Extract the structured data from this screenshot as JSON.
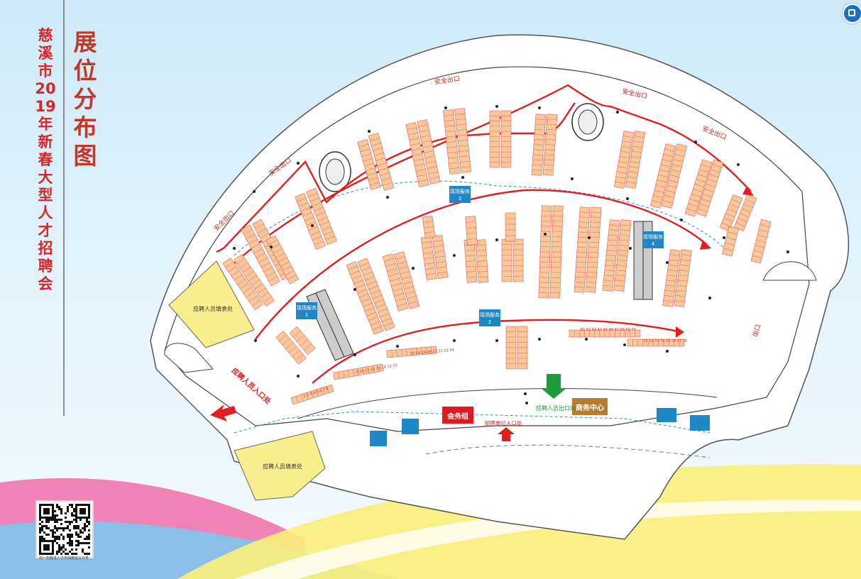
{
  "title": {
    "main": "慈溪市2019年新春大型人才招聘会",
    "sub": "展位分布图"
  },
  "labels": {
    "safety_exit": "安全出口",
    "service_desk": "现场服务",
    "service_num_1": "1",
    "service_num_2": "2",
    "service_num_3": "3",
    "service_num_4": "4",
    "applicant_form_area": "应聘人员填表处",
    "applicant_entrance": "应聘人员入口处",
    "applicant_exit": "应聘人员出口处",
    "recruiter_entrance": "招聘单位入口处",
    "affairs_group": "会务组",
    "business_center": "商务中心",
    "exit_right": "出口",
    "booth_row_a": "1 2 3 4 5 6 7 8",
    "booth_row_b": "9 10 11 12 13 14 15 16",
    "booth_row_c": "17 18 19 20 21 22 23 24",
    "booth_row_d": "61 62 63 64 65 66 67 68 69 70",
    "booth_row_e": "71 72 73 74 75 76 77 78"
  },
  "qr": {
    "caption": "扫一扫慈溪人才市场微信公众号"
  },
  "colors": {
    "booth": "#f8c79b",
    "booth_text": "#d7262b",
    "route": "#e02020",
    "form_area": "#f7ee8e",
    "service_blue": "#1e87c8",
    "business_center": "#b87b2f",
    "affairs_red": "#e0191f",
    "green_arrow": "#1e9a3a"
  }
}
